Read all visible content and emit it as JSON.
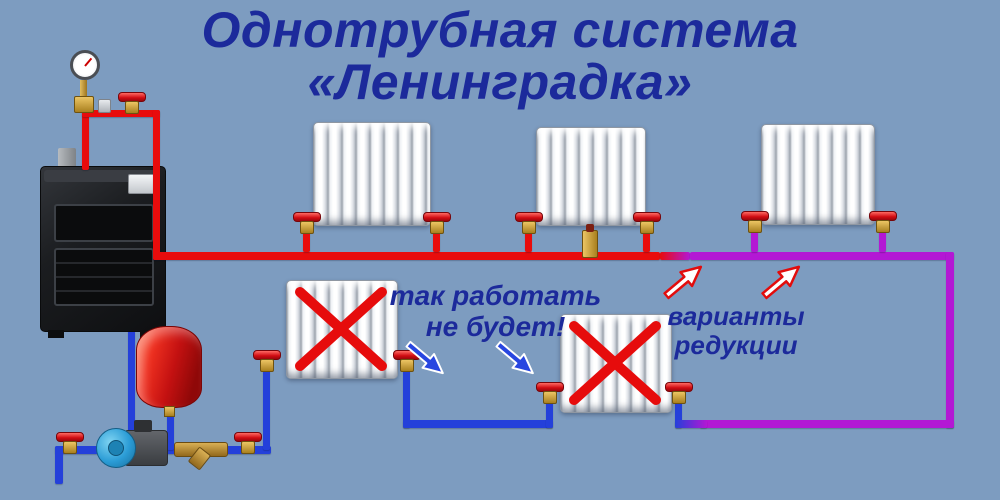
{
  "title": {
    "line1": "Однотрубная система",
    "line2": "«Ленинградка»"
  },
  "annotations": {
    "wrong_note": {
      "line1": "так работать",
      "line2": "не будет!"
    },
    "reduction_note": {
      "line1": "варианты",
      "line2": "редукции"
    }
  },
  "colors": {
    "background": "#7d9cc0",
    "text": "#1c2a9b",
    "supply_pipe": "#e80c0c",
    "return_pipe": "#2440da",
    "mixed_pipe": "#b318d4",
    "cross_mark": "#e60c0c"
  },
  "icons": {
    "boiler": "solid-fuel-boiler-icon",
    "expansion_tank": "expansion-tank-icon",
    "pump": "circulation-pump-icon",
    "strainer": "filter-strainer-icon",
    "gauge": "pressure-gauge-icon",
    "radiator": "radiator-icon",
    "valve": "valve-icon"
  }
}
